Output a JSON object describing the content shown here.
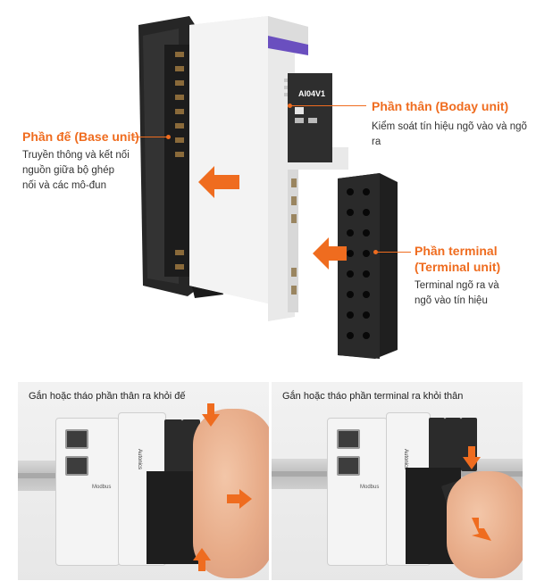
{
  "module_label": "AI04V1",
  "base_unit": {
    "title": "Phần đế (Base unit)",
    "desc": [
      "Truyền thông và kết nối",
      "nguồn giữa bộ ghép",
      "nối và các mô-đun"
    ]
  },
  "body_unit": {
    "title": "Phần thân (Boday unit)",
    "desc": [
      "Kiểm soát tín hiệu ngõ vào và ngõ ra"
    ]
  },
  "terminal_unit": {
    "title": [
      "Phần terminal",
      "(Terminal unit)"
    ],
    "desc": [
      "Terminal ngõ ra và",
      "ngõ vào tín hiệu"
    ]
  },
  "photos": [
    {
      "caption": "Gắn hoặc tháo phần thân ra khỏi đế",
      "brand": "Autonics",
      "sub": "Modbus"
    },
    {
      "caption": "Gắn hoặc tháo phần terminal ra khỏi thân",
      "brand": "Autonics",
      "sub": "Modbus"
    }
  ],
  "colors": {
    "accent": "#ef6c1f",
    "module_dark": "#2b2b2b",
    "module_light": "#ededed",
    "stripe": "#6a4fbf"
  }
}
